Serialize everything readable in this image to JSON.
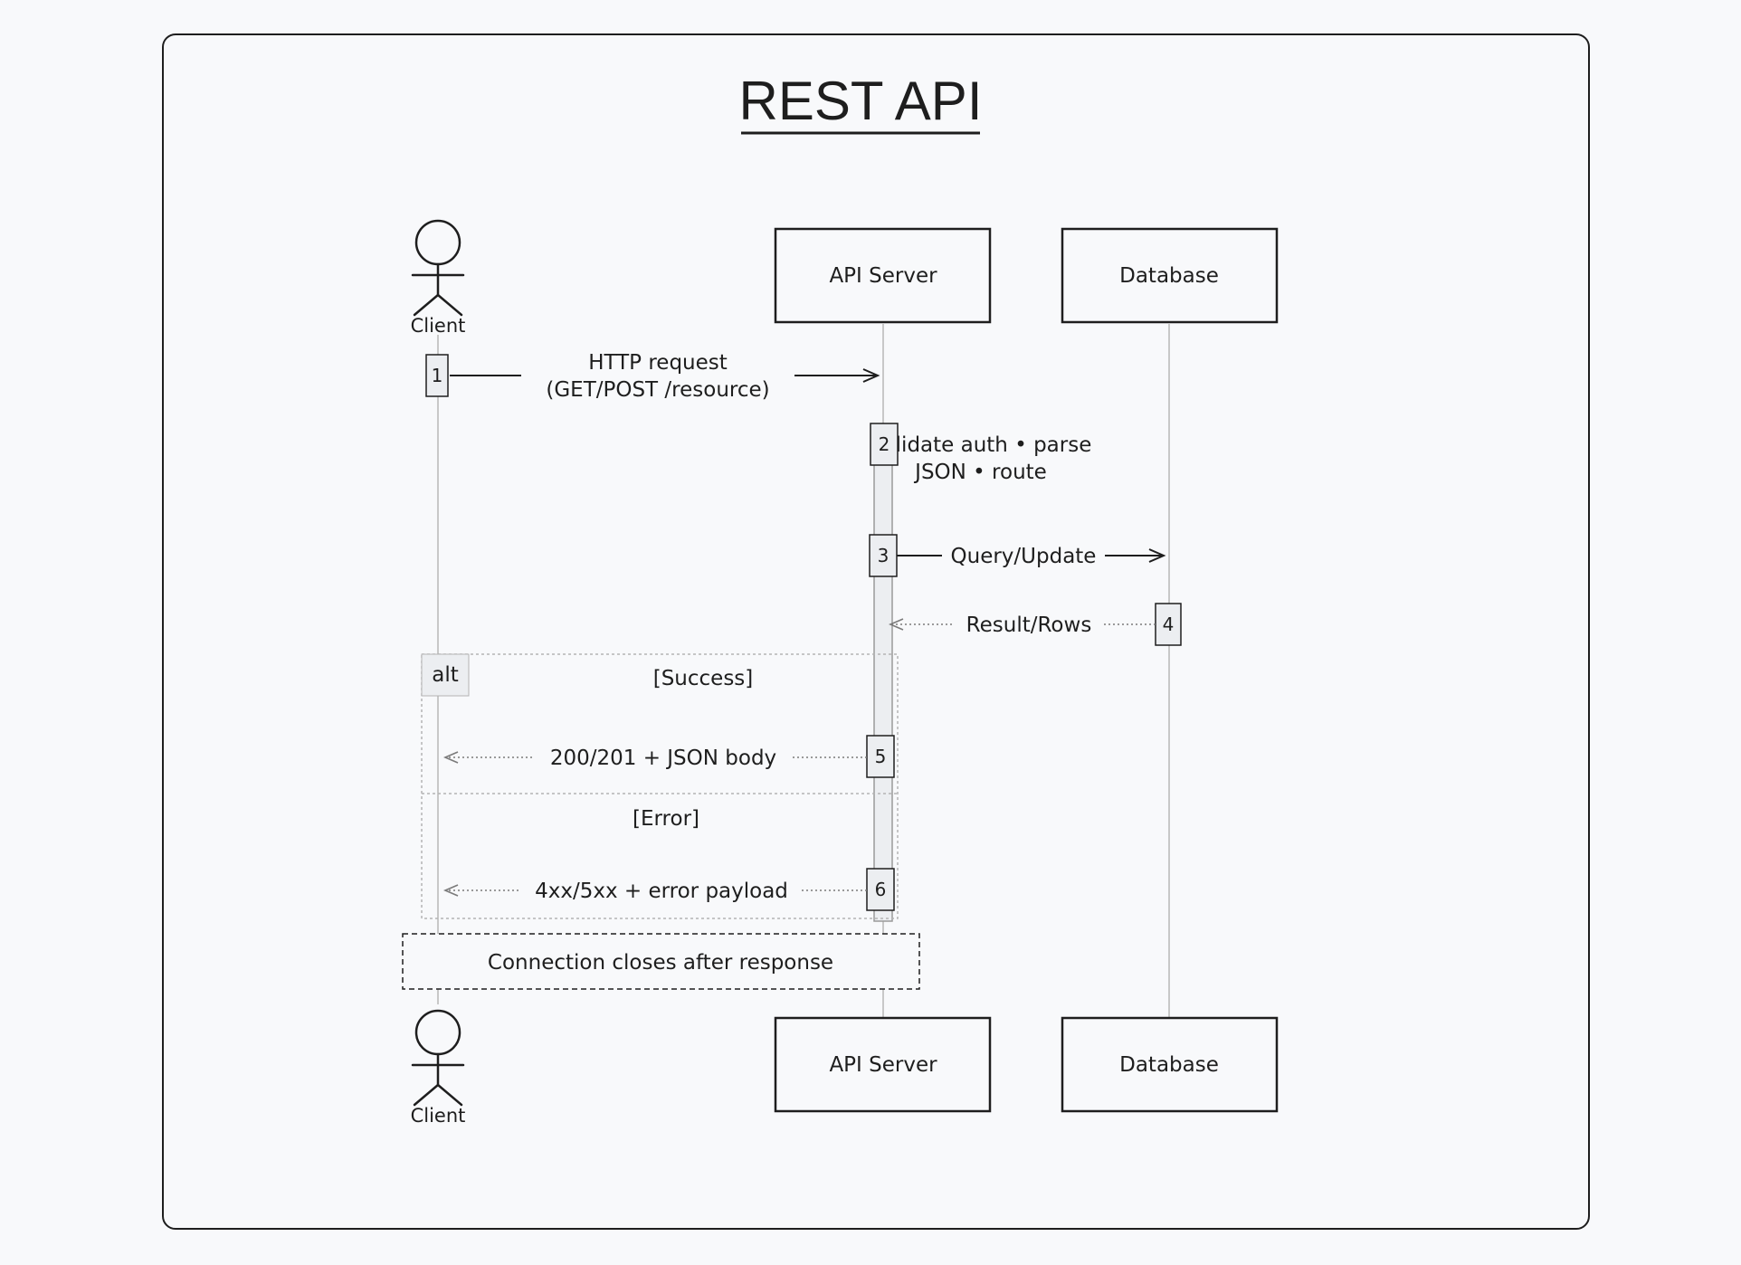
{
  "title": "REST API",
  "colors": {
    "background": "#f8f9fb",
    "stroke": "#1e1e1e",
    "lifeline": "#c8c8c8",
    "activation_fill": "#eceef1",
    "fragment_border": "#b4b4b4"
  },
  "participants": [
    {
      "id": "client",
      "kind": "actor",
      "label": "Client"
    },
    {
      "id": "api",
      "kind": "box",
      "label": "API Server"
    },
    {
      "id": "db",
      "kind": "box",
      "label": "Database"
    }
  ],
  "steps": [
    {
      "n": "1",
      "type": "message",
      "from": "client",
      "to": "api",
      "style": "solid",
      "label": [
        "HTTP request",
        "(GET/POST /resource)"
      ]
    },
    {
      "n": "2",
      "type": "self",
      "on": "api",
      "label": [
        "Validate auth • parse",
        "JSON • route"
      ]
    },
    {
      "n": "3",
      "type": "message",
      "from": "api",
      "to": "db",
      "style": "solid",
      "label": [
        "Query/Update"
      ]
    },
    {
      "n": "4",
      "type": "message",
      "from": "db",
      "to": "api",
      "style": "dotted",
      "label": [
        "Result/Rows"
      ]
    },
    {
      "n": "5",
      "type": "message",
      "from": "api",
      "to": "client",
      "style": "dotted",
      "label": [
        "200/201 + JSON body"
      ]
    },
    {
      "n": "6",
      "type": "message",
      "from": "api",
      "to": "client",
      "style": "dotted",
      "label": [
        "4xx/5xx + error payload"
      ]
    }
  ],
  "fragment": {
    "operator": "alt",
    "sections": [
      {
        "guard": "[Success]"
      },
      {
        "guard": "[Error]"
      }
    ]
  },
  "note": "Connection closes after response"
}
